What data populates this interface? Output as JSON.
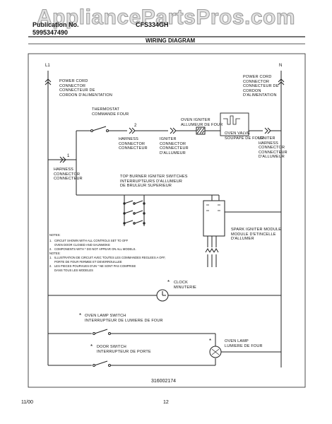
{
  "watermark": "AppliancePartsPros.com",
  "header": {
    "left_line1": "Publication No.",
    "left_line2": "5995347490",
    "right_line1": "CFS334GH"
  },
  "title": "WIRING DIAGRAM",
  "terminals": {
    "l1": "L1",
    "n": "N"
  },
  "labels": {
    "power_cord_left": "POWER CORD\nCONNECTOR\nCONNECTEUR DE\nCORDON D'ALIMENTATION",
    "power_cord_right": "POWER CORD\nCONNECTOR\nCONNECTEUR DE\nCORDON\nD'ALIMENTATION",
    "thermostat": "THERMOSTAT\nCOMMANDE FOUR",
    "oven_igniter": "OVEN IGNITER\nALLUMEUR DE FOUR",
    "oven_valve": "OVEN VALVE\nSOUPAPE DE FOUR",
    "harness_left_top": "HARNESS\nCONNECTOR\nCONNECTEUR",
    "igniter_connector": "IGNITER\nCONNECTOR\nCONNECTEUR\nD'ALLUMEUR",
    "igniter_harness_right": "IGNITER\nHARNESS\nCONNECTOR\nCONNECTEUR\nD'ALLUMEUR",
    "harness_left_mid": "HARNESS\nCONNECTOR\nCONNECTEUR",
    "top_burner": "TOP BURNER IGNITER SWITCHES\nINTERRUPTEURS D'ALLUMEUR\nDE BRULEUR SUPERIEUR",
    "spark_module": "SPARK IGNITER MODULE\nMODULE D'ETINCELLE\nD'ALLUMER",
    "clock": "CLOCK\nMINUTERIE",
    "oven_lamp_switch": "OVEN LAMP SWITCH\nINTERRUPTEUR DE LUMIERE DE FOUR",
    "door_switch": "DOOR SWITCH\nINTERRUPTEUR DE PORTE",
    "oven_lamp": "OVEN LAMP\nLUMIERE DE FOUR"
  },
  "wire_numbers": {
    "n2": "2",
    "n1": "1"
  },
  "notes": {
    "heading": "NOTES:",
    "lines": [
      "1.   CIRCUIT SHOWN WITH ALL CONTROLS SET TO OFF",
      "      OVEN DOOR CLOSED AND SAUNMOKE",
      "2.   COMPONENTS WITH * DO NOT APPEAR ON ALL MODELS.",
      "NOTES:",
      "1.   ILLUSTRATION DE CIRCUIT AVEC TOUTES LES COMMANDES REGLEES A OFF,",
      "      PORTE DE FOUR FERMEE ET DEVERROUILLEE",
      "2.   LES PIECES POURVUES D'UN * NE SONT PAS COMPRISE",
      "      DANS TOUS LES MODELES"
    ]
  },
  "part_number": "316002174",
  "footer": {
    "date": "11/00",
    "page": "12"
  }
}
